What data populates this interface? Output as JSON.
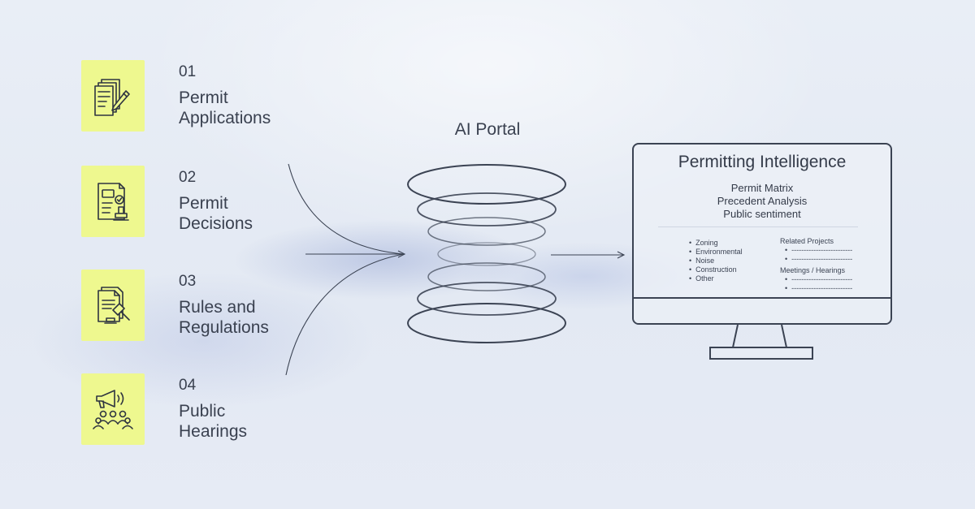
{
  "sources": [
    {
      "number": "01",
      "title_line1": "Permit",
      "title_line2": "Applications",
      "icon": "documents-pen-icon"
    },
    {
      "number": "02",
      "title_line1": "Permit",
      "title_line2": "Decisions",
      "icon": "document-stamp-icon"
    },
    {
      "number": "03",
      "title_line1": "Rules and",
      "title_line2": "Regulations",
      "icon": "document-gavel-icon"
    },
    {
      "number": "04",
      "title_line1": "Public",
      "title_line2": "Hearings",
      "icon": "megaphone-audience-icon"
    }
  ],
  "portal": {
    "label": "AI Portal",
    "icon": "stacked-rings-icon"
  },
  "monitor": {
    "title": "Permitting Intelligence",
    "lines": [
      "Permit Matrix",
      "Precedent Analysis",
      "Public sentiment"
    ],
    "categories": [
      "Zoning",
      "Environmental",
      "Noise",
      "Construction",
      "Other"
    ],
    "related_heading": "Related Projects",
    "related_items": [
      "-------------------------",
      "-------------------------"
    ],
    "meetings_heading": "Meetings / Hearings",
    "meetings_items": [
      "-------------------------",
      "-------------------------"
    ]
  },
  "colors": {
    "icon_tile": "#eef88f",
    "stroke": "#3b4353",
    "background": "#e6ebf4"
  }
}
